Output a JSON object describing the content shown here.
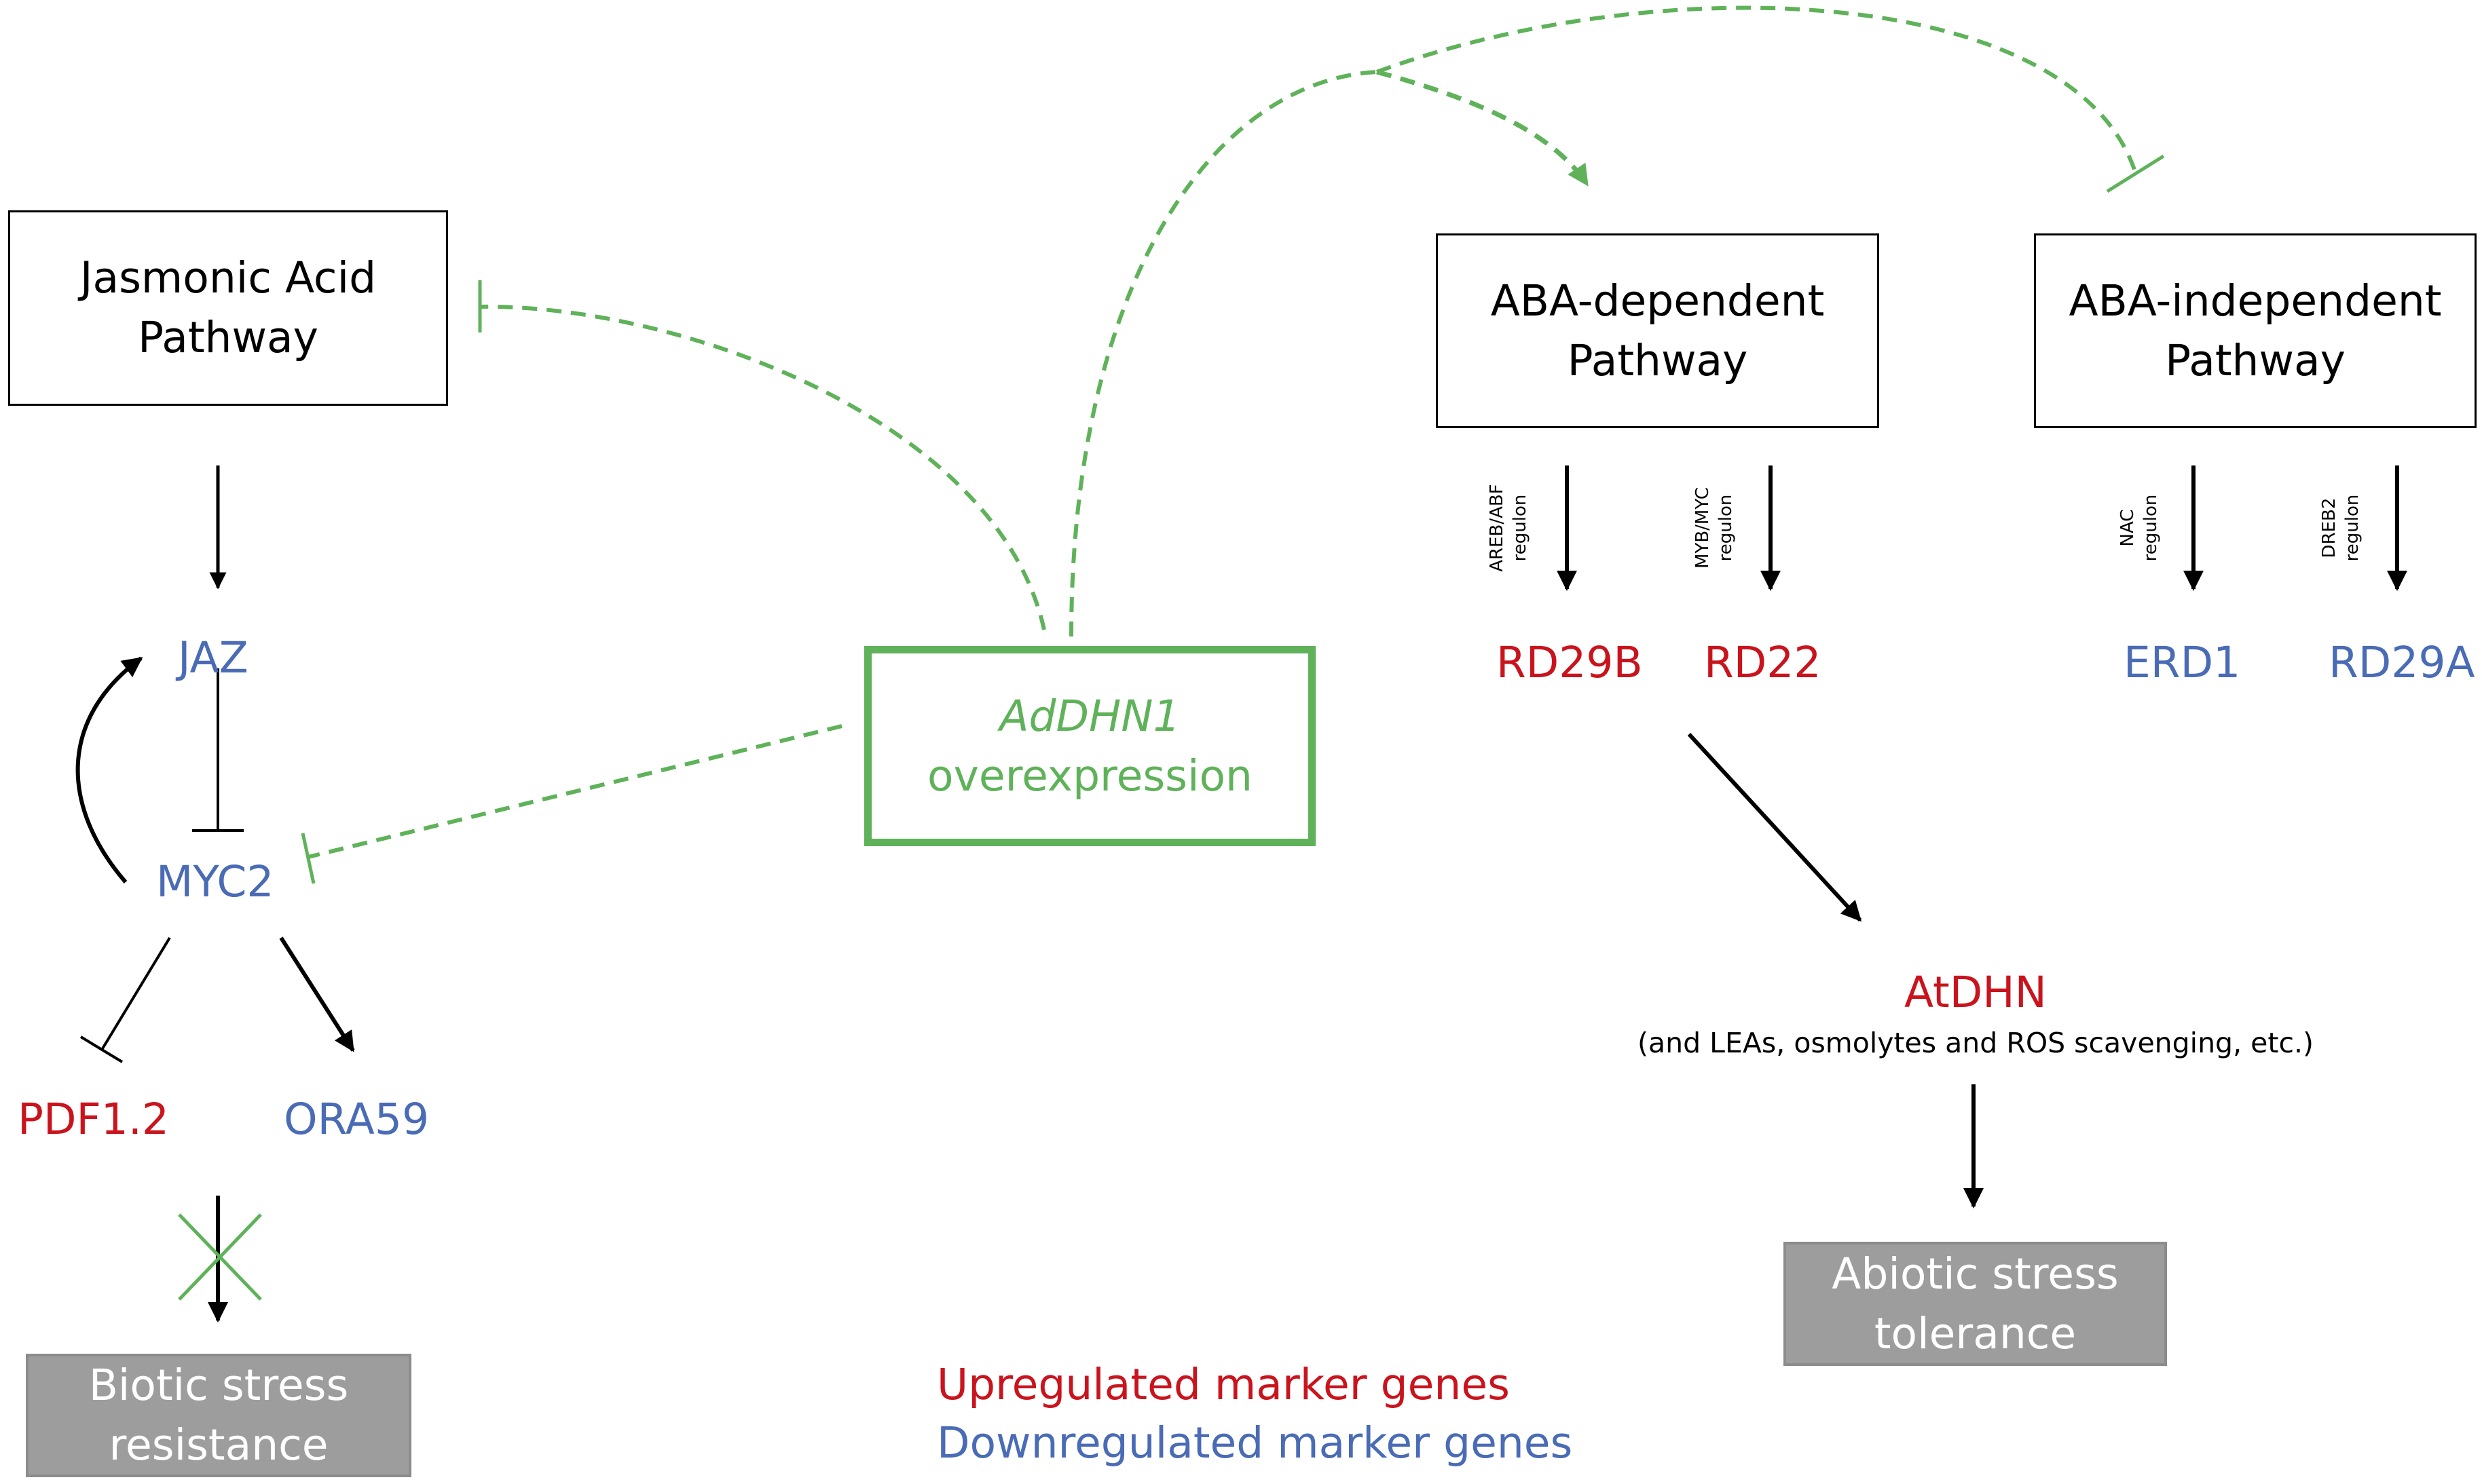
{
  "colors": {
    "upregulated": "#c9141d",
    "downregulated": "#4a6bb5",
    "adhn1": "#5fb25a",
    "outcome_box": "#9d9d9d"
  },
  "boxes": {
    "jasmonic": {
      "line1": "Jasmonic Acid",
      "line2": "Pathway"
    },
    "aba_dependent": {
      "line1": "ABA-dependent",
      "line2": "Pathway"
    },
    "aba_independent": {
      "line1": "ABA-independent",
      "line2": "Pathway"
    },
    "adhn1": {
      "gene": "AdDHN1",
      "label": "overexpression"
    },
    "biotic": {
      "line1": "Biotic stress",
      "line2": "resistance"
    },
    "abiotic": {
      "line1": "Abiotic stress",
      "line2": "tolerance"
    }
  },
  "genes": {
    "jaz": "JAZ",
    "myc2": "MYC2",
    "pdf12": "PDF1.2",
    "ora59": "ORA59",
    "rd29b": "RD29B",
    "rd22": "RD22",
    "erd1": "ERD1",
    "rd29a": "RD29A",
    "atdhn": "AtDHN"
  },
  "regulons": {
    "areb": {
      "line1": "AREB/ABF",
      "line2": "regulon"
    },
    "myb": {
      "line1": "MYB/MYC",
      "line2": "regulon"
    },
    "nac": {
      "line1": "NAC",
      "line2": "regulon"
    },
    "dreb": {
      "line1": "DREB2",
      "line2": "regulon"
    }
  },
  "notes": {
    "atdhn_detail": "(and LEAs, osmolytes and ROS scavenging, etc.)"
  },
  "legend": {
    "up": "Upregulated marker genes",
    "down": "Downregulated marker genes"
  }
}
